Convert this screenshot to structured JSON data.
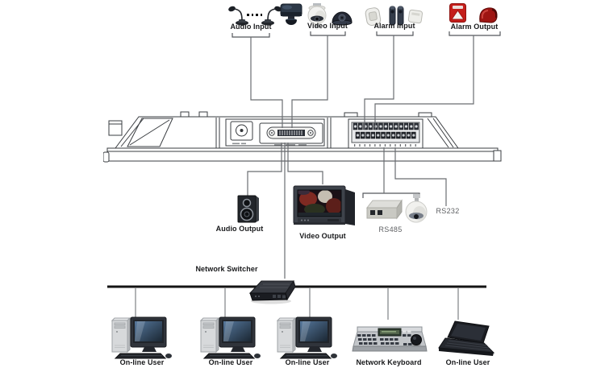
{
  "diagram_type": "DVR rear-panel connection diagram",
  "labels": {
    "audio_input": "Audio Input",
    "video_input": "Video Input",
    "alarm_input": "Alarm Input",
    "alarm_output": "Alarm Output",
    "audio_output": "Audio Output",
    "video_output": "Video Output",
    "rs485": "RS485",
    "rs232": "RS232",
    "network_switcher": "Network Switcher",
    "online_user_1": "On-line User",
    "online_user_2": "On-line User",
    "online_user_3": "On-line User",
    "network_keyboard": "Network Keyboard",
    "online_user_laptop": "On-line User"
  },
  "icons": {
    "audio_input": [
      "microphone-icon",
      "microphone-icon"
    ],
    "video_input": [
      "ptz-camera-icon",
      "speed-dome-camera-icon",
      "dome-camera-icon"
    ],
    "alarm_input": [
      "pir-sensor-icon",
      "beam-sensor-icon",
      "contact-sensor-icon"
    ],
    "alarm_output": [
      "alarm-bell-icon",
      "siren-icon"
    ],
    "audio_output": [
      "speaker-icon"
    ],
    "video_output": [
      "crt-monitor-icon"
    ],
    "rs485": [
      "converter-box-icon",
      "speed-dome-camera-icon"
    ],
    "network": [
      "network-switch-icon",
      "desktop-computer-icon",
      "desktop-computer-icon",
      "desktop-computer-icon",
      "control-keyboard-icon",
      "laptop-icon"
    ]
  },
  "connections": [
    {
      "from": "audio-input-group",
      "to": "dvr-av-connector"
    },
    {
      "from": "video-input-group",
      "to": "dvr-av-connector"
    },
    {
      "from": "alarm-input-group",
      "to": "dvr-terminal-block"
    },
    {
      "from": "alarm-output-group",
      "to": "dvr-terminal-block"
    },
    {
      "from": "dvr-av-connector",
      "to": "audio-output"
    },
    {
      "from": "dvr-av-connector",
      "to": "video-output"
    },
    {
      "from": "dvr",
      "to": "network-switcher"
    },
    {
      "from": "dvr-terminal-block",
      "to": "rs485-group"
    },
    {
      "from": "dvr-terminal-block",
      "to": "rs232"
    },
    {
      "from": "network-bus",
      "to": [
        "online-user-1",
        "online-user-2",
        "online-user-3",
        "network-keyboard",
        "online-user-laptop"
      ]
    }
  ],
  "colors": {
    "background": "#ffffff",
    "line": "#6a6d71",
    "bus_line": "#141414",
    "label_text": "#17181a",
    "port_label_text": "#5d5f62",
    "alarm_red": "#c41e1a",
    "siren_red": "#9e1512",
    "device_dark": "#22252a",
    "device_light": "#d7d9db"
  }
}
